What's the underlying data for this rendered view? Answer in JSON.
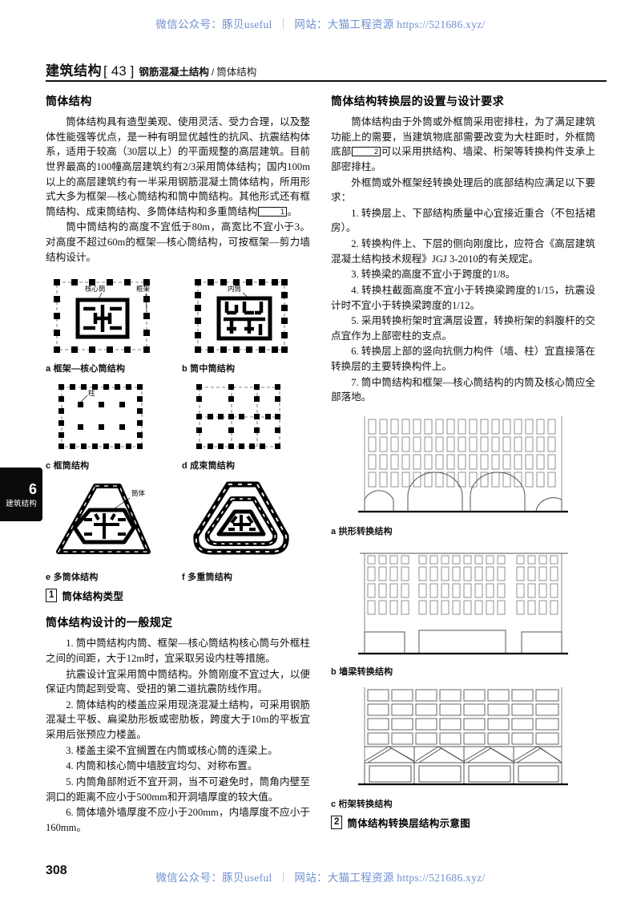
{
  "watermark": {
    "prefix": "微信公众号：豚贝useful",
    "separator": "｜",
    "site": "网站：大猫工程资源",
    "url": "https://521686.xyz/"
  },
  "header": {
    "main": "建筑结构",
    "bracket_open": "[",
    "number": "43",
    "bracket_close": "]",
    "sub": "钢筋混凝土结构",
    "slash": "/",
    "sub2": "筒体结构"
  },
  "side_tab": {
    "number": "6",
    "label": "建筑结构"
  },
  "page_number": "308",
  "left": {
    "heading": "筒体结构",
    "paragraphs": [
      "筒体结构具有造型美观、使用灵活、受力合理，以及整体性能强等优点，是一种有明显优越性的抗风、抗震结构体系，适用于较高（30层以上）的平面规整的高层建筑。目前世界最高的100幢高层建筑约有2/3采用筒体结构；国内100m以上的高层建筑约有一半采用钢筋混凝土筒体结构，所用形式大多为框架—核心筒结构和筒中筒结构。其他形式还有框筒结构、成束筒结构、多筒体结构和多重筒结构",
      "筒中筒结构的高度不宜低于80m，高宽比不宜小于3。对高度不超过60m的框架—核心筒结构，可按框架—剪力墙结构设计。"
    ],
    "para1_ref": "1",
    "para1_tail": "。",
    "figure": {
      "badge": "1",
      "title": "筒体结构类型",
      "cells": [
        {
          "cap": "a 框架—核心筒结构",
          "labels": [
            "核心筒",
            "框架"
          ]
        },
        {
          "cap": "b 筒中筒结构",
          "labels": [
            "内筒"
          ]
        },
        {
          "cap": "c 框筒结构",
          "labels": [
            "柱"
          ]
        },
        {
          "cap": "d 成束筒结构",
          "labels": []
        },
        {
          "cap": "e 多筒体结构",
          "labels": [
            "筒体"
          ]
        },
        {
          "cap": "f 多重筒结构",
          "labels": []
        }
      ]
    },
    "heading2": "筒体结构设计的一般规定",
    "rules": [
      "1. 筒中筒结构内筒、框架—核心筒结构核心筒与外框柱之间的间距，大于12m时，宜采取另设内柱等措施。",
      "抗震设计宜采用筒中筒结构。外筒刚度不宜过大，以便保证内筒起到受弯、受扭的第二道抗震防线作用。",
      "2. 筒体结构的楼盖应采用现浇混凝土结构，可采用钢筋混凝土平板、扁梁肋形板或密肋板，跨度大于10m的平板宜采用后张预应力楼盖。",
      "3. 楼盖主梁不宜搁置在内筒或核心筒的连梁上。",
      "4. 内筒和核心筒中墙肢宜均匀、对称布置。",
      "5. 内筒角部附近不宜开洞，当不可避免时，筒角内壁至洞口的距离不应小于500mm和开洞墙厚度的较大值。",
      "6. 筒体墙外墙厚度不应小于200mm，内墙厚度不应小于160mm。"
    ]
  },
  "right": {
    "heading": "筒体结构转换层的设置与设计要求",
    "intro1_a": "筒体结构由于外筒或外框筒采用密排柱，为了满足建筑功能上的需要，当建筑物底部需要改变为大柱距时，外框筒底部",
    "intro1_ref": "2",
    "intro1_b": "可以采用拱结构、墙梁、桁架等转换构件支承上部密排柱。",
    "intro2": "外框筒或外框架经转换处理后的底部结构应满足以下要求：",
    "rules": [
      "1. 转换层上、下部结构质量中心宜接近重合（不包括裙房）。",
      "2. 转换构件上、下层的侧向刚度比，应符合《高层建筑混凝土结构技术规程》JGJ 3-2010的有关规定。",
      "3. 转换梁的高度不宜小于跨度的1/8。",
      "4. 转换柱截面高度不宜小于转换梁跨度的1/15，抗震设计时不宜小于转换梁跨度的1/12。",
      "5. 采用转换桁架时宜满层设置，转换桁架的斜腹杆的交点宜作为上部密柱的支点。",
      "6. 转换层上部的竖向抗侧力构件（墙、柱）宜直接落在转换层的主要转换构件上。",
      "7. 筒中筒结构和框架—核心筒结构的内筒及核心筒应全部落地。"
    ],
    "figure": {
      "badge": "2",
      "title": "筒体结构转换层结构示意图",
      "cells": [
        {
          "cap": "a 拱形转换结构"
        },
        {
          "cap": "b 墙梁转换结构"
        },
        {
          "cap": "c 桁架转换结构"
        }
      ]
    }
  },
  "colors": {
    "watermark": "#6d8fd0",
    "ink": "#111111",
    "tab_bg": "#0b0b0b"
  }
}
